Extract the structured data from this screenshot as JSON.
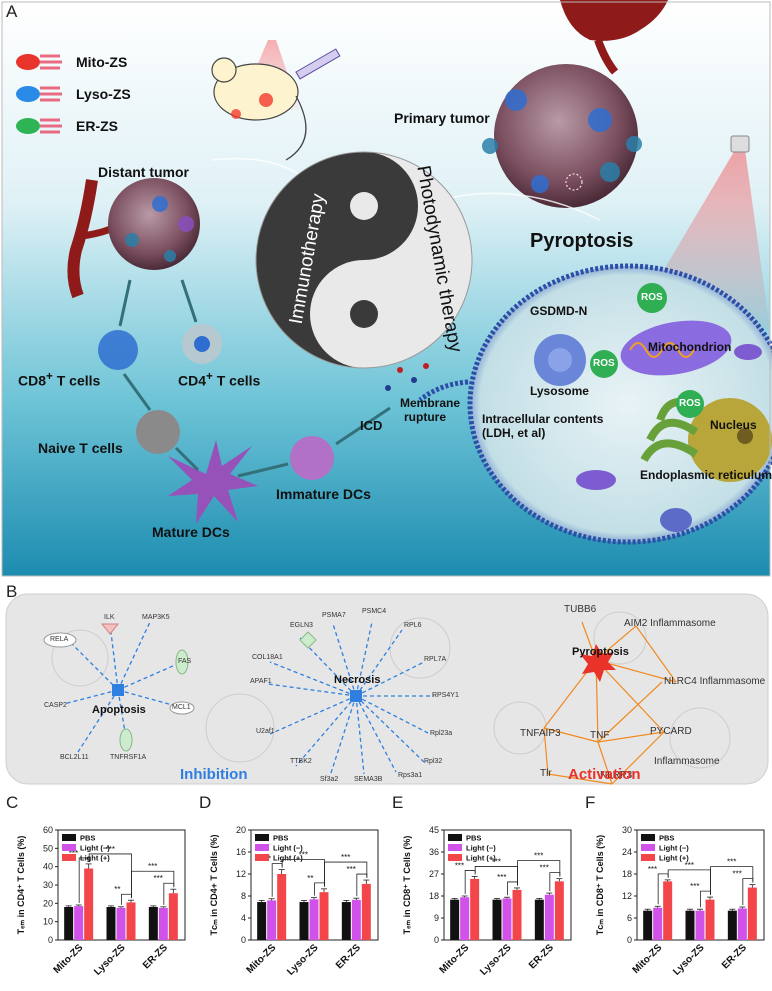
{
  "panelA": {
    "letter": "A",
    "legend": [
      "Mito-ZS",
      "Lyso-ZS",
      "ER-ZS"
    ],
    "legend_colors": [
      "#e8342a",
      "#2a8ae8",
      "#2fb455"
    ],
    "yin_text_left": "Immunotherapy",
    "yin_text_right": "Photodynamic therapy",
    "labels": {
      "primary_tumor": "Primary tumor",
      "distant_tumor": "Distant tumor",
      "pyroptosis": "Pyroptosis",
      "gsdmd": "GSDMD-N",
      "mitochondrion": "Mitochondrion",
      "lysosome": "Lysosome",
      "nucleus": "Nucleus",
      "er": "Endoplasmic reticulum",
      "ros": "ROS",
      "intracellular": "Intracellular contents",
      "intracellular2": "(LDH, et al)",
      "membrane": "Membrane",
      "membrane2": "rupture",
      "icd": "ICD",
      "immature": "Immature DCs",
      "mature": "Mature DCs",
      "naive": "Naive T cells",
      "cd8": "CD8",
      "cd4": "CD4",
      "tcells": "T cells",
      "plus": "+"
    }
  },
  "panelB": {
    "letter": "B",
    "inhibition": "Inhibition",
    "activation": "Activation",
    "apoptosis": {
      "hub": "Apoptosis",
      "nodes": [
        "RELA",
        "ILK",
        "MAP3K5",
        "FAS",
        "MCL1",
        "TNFRSF1A",
        "BCL2L11",
        "CASP2"
      ]
    },
    "necrosis": {
      "hub": "Necrosis",
      "nodes": [
        "PSMA7",
        "PSMC4",
        "RPL6",
        "RPL7A",
        "RPS4Y1",
        "Rpl23a",
        "Rpl32",
        "Rps3a1",
        "SEMA3B",
        "Sf3a2",
        "TTBK2",
        "U2af1",
        "APAF1",
        "COL18A1",
        "EGLN3"
      ]
    },
    "pyroptosis": {
      "hub": "Pyroptosis",
      "nodes": [
        "TUBB6",
        "AIM2 Inflammasome",
        "NLRC4 Inflammasome",
        "PYCARD",
        "Inflammasome",
        "NLRP3",
        "TNF",
        "TNFAIP3",
        "Tlr"
      ]
    }
  },
  "colors": {
    "pbs": "#111111",
    "light_minus": "#d152e8",
    "light_plus": "#f2464a",
    "inhibition": "#2f7fe0",
    "activation": "#e8322a"
  },
  "chart_data": [
    {
      "panel": "C",
      "type": "bar",
      "categories": [
        "Mito-ZS",
        "Lyso-ZS",
        "ER-ZS"
      ],
      "series": [
        {
          "name": "PBS",
          "values": [
            18,
            18,
            18
          ]
        },
        {
          "name": "Light (−)",
          "values": [
            18.5,
            17.5,
            17.5
          ]
        },
        {
          "name": "Light (+)",
          "values": [
            39,
            20.5,
            25.5
          ]
        }
      ],
      "errors": [
        [
          0.6,
          0.6,
          0.6
        ],
        [
          0.6,
          0.6,
          0.6
        ],
        [
          2.5,
          1.2,
          2.2
        ]
      ],
      "ylabel": "Tₑₘ in CD4⁺ T Cells (%)",
      "ylim": [
        0,
        60
      ],
      "yticks": [
        0,
        10,
        20,
        30,
        40,
        50,
        60
      ],
      "sig_within": [
        "***",
        "**",
        "***"
      ],
      "sig_between": [
        "***",
        "***"
      ]
    },
    {
      "panel": "D",
      "type": "bar",
      "categories": [
        "Mito-ZS",
        "Lyso-ZS",
        "ER-ZS"
      ],
      "series": [
        {
          "name": "PBS",
          "values": [
            6.9,
            6.9,
            6.9
          ]
        },
        {
          "name": "Light (−)",
          "values": [
            7.2,
            7.4,
            7.3
          ]
        },
        {
          "name": "Light (+)",
          "values": [
            12,
            8.7,
            10.2
          ]
        }
      ],
      "errors": [
        [
          0.3,
          0.3,
          0.3
        ],
        [
          0.3,
          0.3,
          0.3
        ],
        [
          0.8,
          0.6,
          0.7
        ]
      ],
      "ylabel": "Tᴄₘ in CD4+ T Cells (%)",
      "ylim": [
        0,
        20
      ],
      "yticks": [
        0,
        4,
        8,
        12,
        16,
        20
      ],
      "sig_within": [
        "***",
        "**",
        "***"
      ],
      "sig_between": [
        "***",
        "***"
      ]
    },
    {
      "panel": "E",
      "type": "bar",
      "categories": [
        "Mito-ZS",
        "Lyso-ZS",
        "ER-ZS"
      ],
      "series": [
        {
          "name": "PBS",
          "values": [
            16.5,
            16.5,
            16.5
          ]
        },
        {
          "name": "Light (−)",
          "values": [
            17.5,
            17,
            18.5
          ]
        },
        {
          "name": "Light (+)",
          "values": [
            25,
            20.5,
            24
          ]
        }
      ],
      "errors": [
        [
          0.5,
          0.5,
          0.5
        ],
        [
          0.5,
          0.5,
          0.7
        ],
        [
          1,
          0.8,
          1.1
        ]
      ],
      "ylabel": "Tₑₘ in CD8⁺ T Cells (%)",
      "ylim": [
        0,
        45
      ],
      "yticks": [
        0,
        9,
        18,
        27,
        36,
        45
      ],
      "sig_within": [
        "***",
        "***",
        "***"
      ],
      "sig_between": [
        "***",
        "***"
      ]
    },
    {
      "panel": "F",
      "type": "bar",
      "categories": [
        "Mito-ZS",
        "Lyso-ZS",
        "ER-ZS"
      ],
      "series": [
        {
          "name": "PBS",
          "values": [
            8,
            8,
            8
          ]
        },
        {
          "name": "Light (−)",
          "values": [
            8.8,
            8,
            8.6
          ]
        },
        {
          "name": "Light (+)",
          "values": [
            16,
            11,
            14.3
          ]
        }
      ],
      "errors": [
        [
          0.4,
          0.4,
          0.4
        ],
        [
          0.4,
          0.4,
          0.4
        ],
        [
          0.4,
          0.7,
          0.8
        ]
      ],
      "ylabel": "Tᴄₘ in CD8⁺ T Cells (%)",
      "ylim": [
        0,
        30
      ],
      "yticks": [
        0,
        6,
        12,
        18,
        24,
        30
      ],
      "sig_within": [
        "***",
        "***",
        "***"
      ],
      "sig_between": [
        "***",
        "***"
      ]
    }
  ]
}
